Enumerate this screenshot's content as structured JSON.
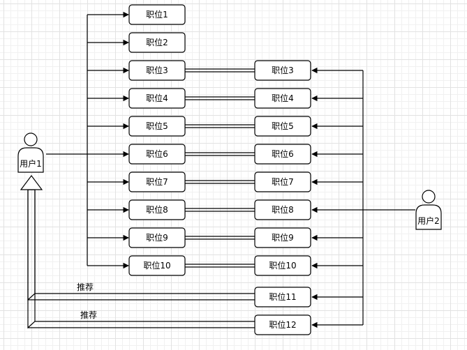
{
  "left_boxes": [
    "职位1",
    "职位2",
    "职位3",
    "职位4",
    "职位5",
    "职位6",
    "职位7",
    "职位8",
    "职位9",
    "职位10"
  ],
  "right_boxes": [
    "职位3",
    "职位4",
    "职位5",
    "职位6",
    "职位7",
    "职位8",
    "职位9",
    "职位10",
    "职位11",
    "职位12"
  ],
  "user1": {
    "label": "用户1"
  },
  "user2": {
    "label": "用户2"
  },
  "recommend_labels": [
    "推荐",
    "推荐"
  ]
}
